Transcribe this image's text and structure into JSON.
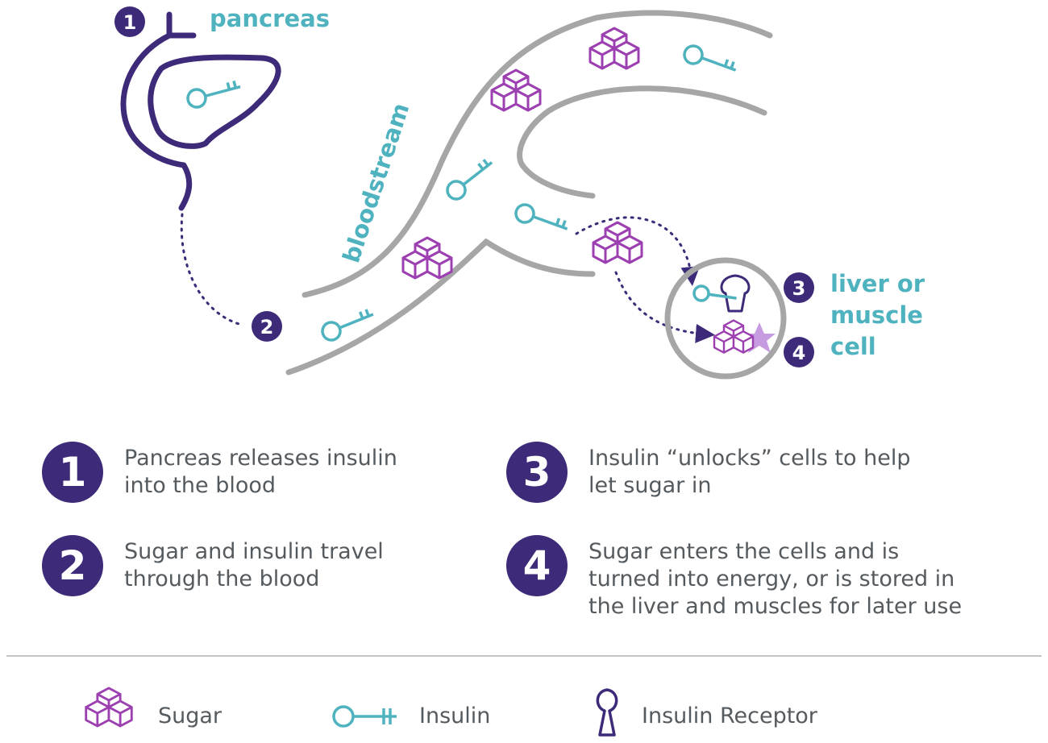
{
  "diagram": {
    "pancreas_label": "pancreas",
    "bloodstream_label": "bloodstream",
    "cell_label": [
      "liver or",
      "muscle",
      "cell"
    ],
    "markers": [
      "1",
      "2",
      "3",
      "4"
    ]
  },
  "steps": [
    {
      "number": "1",
      "text": "Pancreas releases insulin\ninto the blood"
    },
    {
      "number": "2",
      "text": "Sugar and insulin travel\nthrough the blood"
    },
    {
      "number": "3",
      "text": "Insulin “unlocks” cells to help\nlet sugar in"
    },
    {
      "number": "4",
      "text": "Sugar enters the cells and is\nturned into energy, or is stored in\nthe liver and muscles for later use"
    }
  ],
  "legend": [
    {
      "icon": "sugar-cubes-icon",
      "label": "Sugar"
    },
    {
      "icon": "insulin-key-icon",
      "label": "Insulin"
    },
    {
      "icon": "insulin-receptor-icon",
      "label": "Insulin Receptor"
    }
  ],
  "colors": {
    "dark_purple": "#3d2a78",
    "teal": "#4fb3bf",
    "sugar_purple": "#9c3fb0",
    "star_lilac": "#c79be0",
    "bloodstream_gray": "#a6a6a6",
    "text_gray": "#555a5e"
  }
}
